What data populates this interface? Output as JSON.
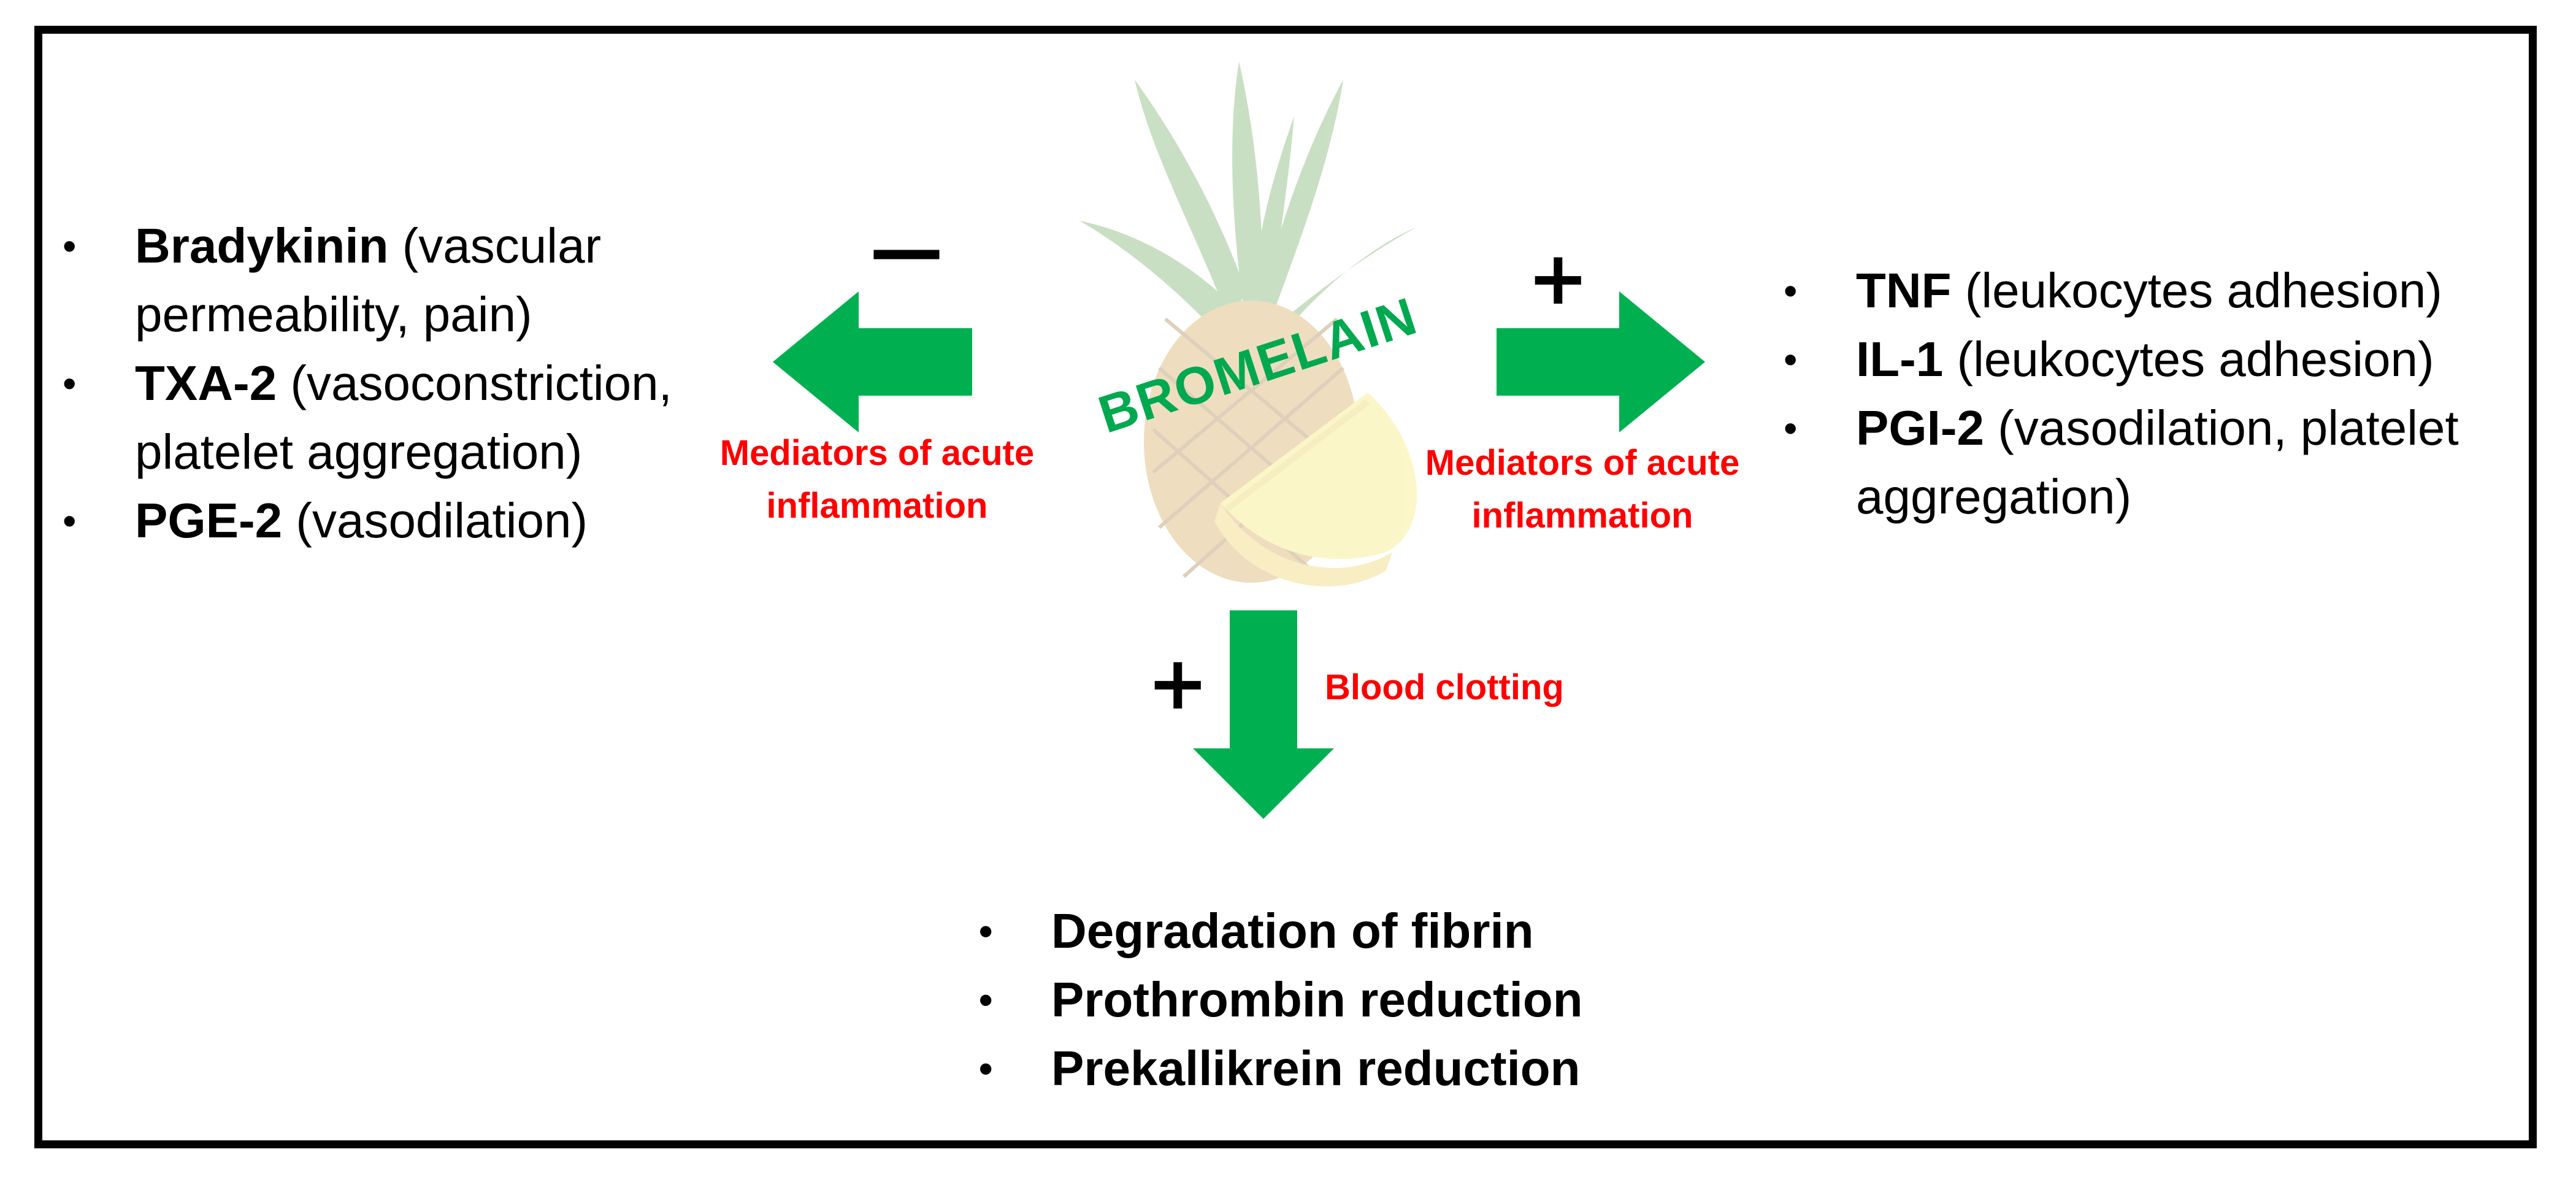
{
  "center_label": "BROMELAIN",
  "left": {
    "sign": "—",
    "arrow_label_1": "Mediators of acute",
    "arrow_label_2": "inflammation",
    "items": [
      {
        "term": "Bradykinin",
        "desc_1": " (vascular",
        "desc_2": "permeability, pain)"
      },
      {
        "term": "TXA-2",
        "desc_1": " (vasoconstriction,",
        "desc_2": "platelet aggregation)"
      },
      {
        "term": "PGE-2",
        "desc_1": " (vasodilation)",
        "desc_2": ""
      }
    ]
  },
  "right": {
    "sign": "+",
    "arrow_label_1": "Mediators of acute",
    "arrow_label_2": "inflammation",
    "items": [
      {
        "term": "TNF",
        "desc_1": " (leukocytes adhesion)",
        "desc_2": ""
      },
      {
        "term": "IL-1",
        "desc_1": " (leukocytes adhesion)",
        "desc_2": ""
      },
      {
        "term": "PGI-2",
        "desc_1": " (vasodilation, platelet",
        "desc_2": "aggregation)"
      }
    ]
  },
  "bottom": {
    "sign": "+",
    "arrow_label": "Blood clotting",
    "items": [
      "Degradation of fibrin",
      "Prothrombin reduction",
      "Prekallikrein reduction"
    ]
  },
  "colors": {
    "arrow_green": "#00b050",
    "label_red": "#ff0000",
    "bromelain_green": "#00a94f",
    "frame": "#000000"
  },
  "icons": [
    "pineapple-image"
  ]
}
